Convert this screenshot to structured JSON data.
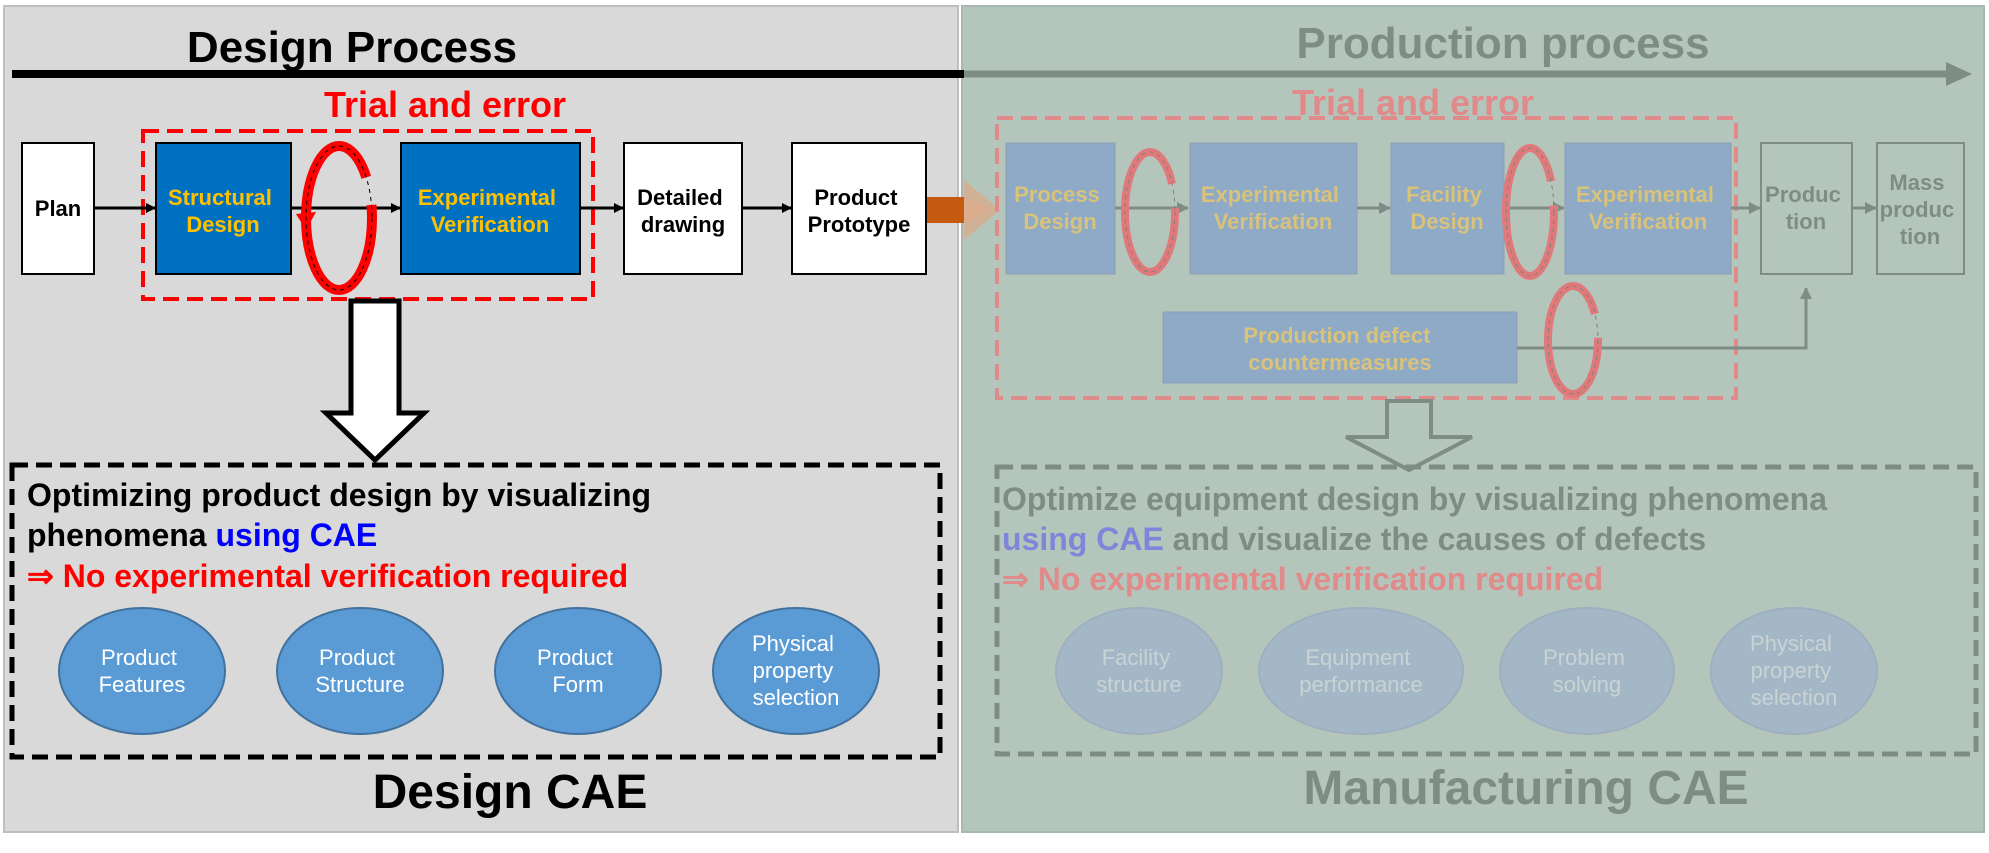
{
  "design": {
    "title": "Design Process",
    "trial_label": "Trial and error",
    "steps": {
      "plan": "Plan",
      "structural": [
        "Structural",
        "Design"
      ],
      "experimental": [
        "Experimental",
        "Verification"
      ],
      "detailed": [
        "Detailed",
        "drawing"
      ],
      "prototype": [
        "Product",
        "Prototype"
      ]
    },
    "statement": {
      "line1": "Optimizing product design by visualizing",
      "line2_prefix": "phenomena ",
      "line2_highlight": "using CAE",
      "line3": "⇒ No experimental verification required"
    },
    "ovals": [
      [
        "Product",
        "Features"
      ],
      [
        "Product",
        "Structure"
      ],
      [
        "Product",
        "Form"
      ],
      [
        "Physical",
        "property",
        "selection"
      ]
    ],
    "footer": "Design CAE"
  },
  "production": {
    "title": "Production process",
    "trial_label": "Trial and error",
    "steps": {
      "process": [
        "Process",
        "Design"
      ],
      "experimental1": [
        "Experimental",
        "Verification"
      ],
      "facility": [
        "Facility",
        "Design"
      ],
      "experimental2": [
        "Experimental",
        "Verification"
      ],
      "production": [
        "Produc",
        "tion"
      ],
      "mass": [
        "Mass",
        "produc",
        "tion"
      ]
    },
    "defect": [
      "Production defect",
      "countermeasures"
    ],
    "statement": {
      "line1": "Optimize equipment design by visualizing phenomena",
      "line2_highlight": "using CAE",
      "line2_suffix": " and visualize the causes of defects",
      "line3": "⇒ No experimental verification required"
    },
    "ovals": [
      [
        "Facility",
        "structure"
      ],
      [
        "Equipment",
        "performance"
      ],
      [
        "Problem",
        "solving"
      ],
      [
        "Physical",
        "property",
        "selection"
      ]
    ],
    "footer": "Manufacturing CAE"
  },
  "colors": {
    "left_bg": "#d9d9d9",
    "right_bg": "#b4c6bc",
    "blue_box": "#0070c0",
    "gold_text": "#ffc000",
    "red": "#ff0000",
    "oval": "#5b9bd5",
    "faded_blue_box": "#8eaac6",
    "faded_text": "#7f7f7f"
  }
}
